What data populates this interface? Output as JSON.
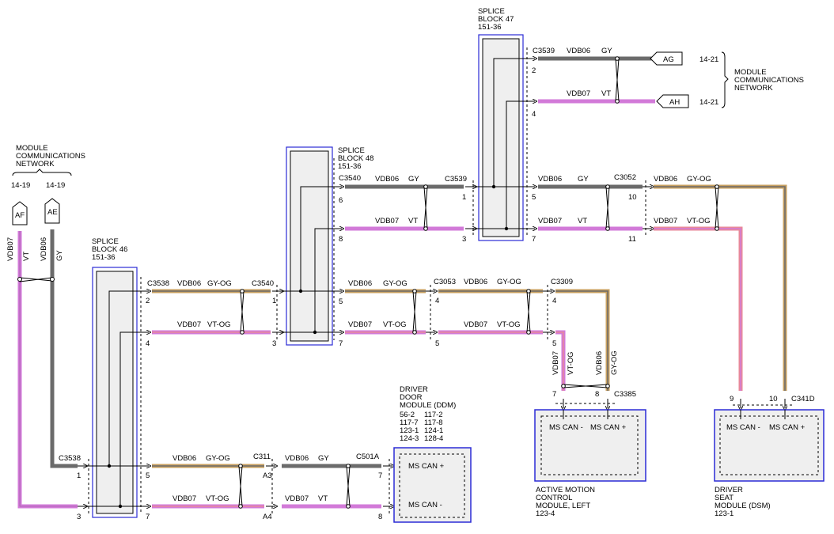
{
  "colors": {
    "gray": "#6b6b6b",
    "violet": "#d27ad8",
    "orange": "#c8a060",
    "pink": "#e8899a",
    "blue_outline": "#2b2bd6",
    "module_fill": "#efefef"
  },
  "left_network": {
    "title_lines": [
      "MODULE",
      "COMMUNICATIONS",
      "NETWORK"
    ],
    "ref_af": "14-19",
    "ref_ae": "14-19",
    "badge_af": "AF",
    "badge_ae": "AE",
    "wire1_name": "VDB07",
    "wire1_color": "VT",
    "wire2_name": "VDB06",
    "wire2_color": "GY",
    "conn": "C3538",
    "pin1": "1",
    "pin3": "3"
  },
  "splice46": {
    "title_lines": [
      "SPLICE",
      "BLOCK 46",
      "151-36"
    ],
    "c3538": "C3538",
    "w_top_name": "VDB06",
    "w_top_color": "GY-OG",
    "w_bot_name": "VDB07",
    "w_bot_color": "VT-OG",
    "c3540": "C3540",
    "pin2": "2",
    "pin4": "4",
    "pin1r": "1",
    "pin3r": "3",
    "pin5": "5",
    "pin7": "7"
  },
  "splice48": {
    "title_lines": [
      "SPLICE",
      "BLOCK 48",
      "151-36"
    ],
    "c3540": "C3540",
    "pin6": "6",
    "pin8": "8",
    "pin5": "5",
    "pin7": "7",
    "w_top_name": "VDB06",
    "w_top_color": "GY",
    "w_bot_name": "VDB07",
    "w_bot_color": "VT",
    "c3539": "C3539",
    "pin1": "1",
    "pin3": "3",
    "m1_name": "VDB06",
    "m1_color": "GY-OG",
    "m2_name": "VDB07",
    "m2_color": "VT-OG"
  },
  "splice47": {
    "title_lines": [
      "SPLICE",
      "BLOCK 47",
      "151-36"
    ],
    "c3539": "C3539",
    "top_name": "VDB06",
    "top_color": "GY",
    "bot_name": "VDB07",
    "bot_color": "VT",
    "pin2": "2",
    "pin4": "4",
    "pin5": "5",
    "pin7": "7",
    "badge_ag": "AG",
    "badge_ah": "AH",
    "ref_ag": "14-21",
    "ref_ah": "14-21",
    "network_lines": [
      "MODULE",
      "COMMUNICATIONS",
      "NETWORK"
    ],
    "r1_name": "VDB06",
    "r1_color": "GY",
    "r2_name": "VDB07",
    "r2_color": "VT",
    "c3052": "C3052",
    "pin10": "10",
    "pin11": "11",
    "r3_name": "VDB06",
    "r3_color": "GY-OG",
    "r4_name": "VDB07",
    "r4_color": "VT-OG"
  },
  "middle": {
    "c3053": "C3053",
    "pin4": "4",
    "pin5": "5",
    "w1_name": "VDB06",
    "w1_color": "GY-OG",
    "w2_name": "VDB07",
    "w2_color": "VT-OG",
    "c3309": "C3309",
    "p4": "4",
    "p5": "5",
    "v1_name": "VDB07",
    "v1_color": "VT-OG",
    "v2_name": "VDB06",
    "v2_color": "GY-OG",
    "p7": "7",
    "p8": "8",
    "c3385": "C3385"
  },
  "amc_module": {
    "pin_minus": "MS CAN -",
    "pin_plus": "MS CAN +",
    "caption_lines": [
      "ACTIVE MOTION",
      "CONTROL",
      "MODULE, LEFT",
      "123-4"
    ]
  },
  "dsm_module": {
    "pin9": "9",
    "pin10": "10",
    "conn": "C341D",
    "pin_minus": "MS CAN -",
    "pin_plus": "MS CAN +",
    "caption_lines": [
      "DRIVER",
      "SEAT",
      "MODULE (DSM)",
      "123-1"
    ]
  },
  "bottom": {
    "w1_name": "VDB06",
    "w1_color": "GY-OG",
    "w2_name": "VDB07",
    "w2_color": "VT-OG",
    "c311": "C311",
    "a3": "A3",
    "a4": "A4",
    "w3_name": "VDB06",
    "w3_color": "GY",
    "w4_name": "VDB07",
    "w4_color": "VT",
    "c501a": "C501A",
    "p7": "7",
    "p8": "8"
  },
  "ddm_module": {
    "title_lines": [
      "DRIVER",
      "DOOR",
      "MODULE (DDM)"
    ],
    "refs": [
      [
        "56-2",
        "117-2"
      ],
      [
        "117-7",
        "117-8"
      ],
      [
        "123-1",
        "124-1"
      ],
      [
        "124-3",
        "128-4"
      ]
    ],
    "pin_plus": "MS CAN +",
    "pin_minus": "MS CAN -"
  }
}
